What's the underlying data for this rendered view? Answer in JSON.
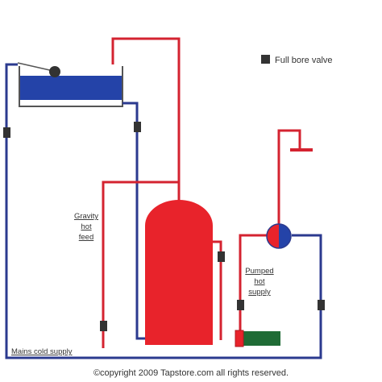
{
  "legend": {
    "label": "Full bore valve",
    "icon": "full-bore-valve-icon"
  },
  "labels": {
    "gravity_line1": "Gravity",
    "gravity_line2": "hot",
    "gravity_line3": "feed",
    "pumped_line1": "Pumped",
    "pumped_line2": "hot",
    "pumped_line3": "supply",
    "mains": "Mains cold supply",
    "copyright": "©copyright 2009 Tapstore.com all rights reserved."
  },
  "colors": {
    "cold_pipe": "#2b3a8f",
    "hot_pipe": "#d42330",
    "tank_water": "#2443a8",
    "cylinder": "#e8232b",
    "pump": "#1f6b35",
    "valve": "#333333",
    "tank_outline": "#555555"
  }
}
